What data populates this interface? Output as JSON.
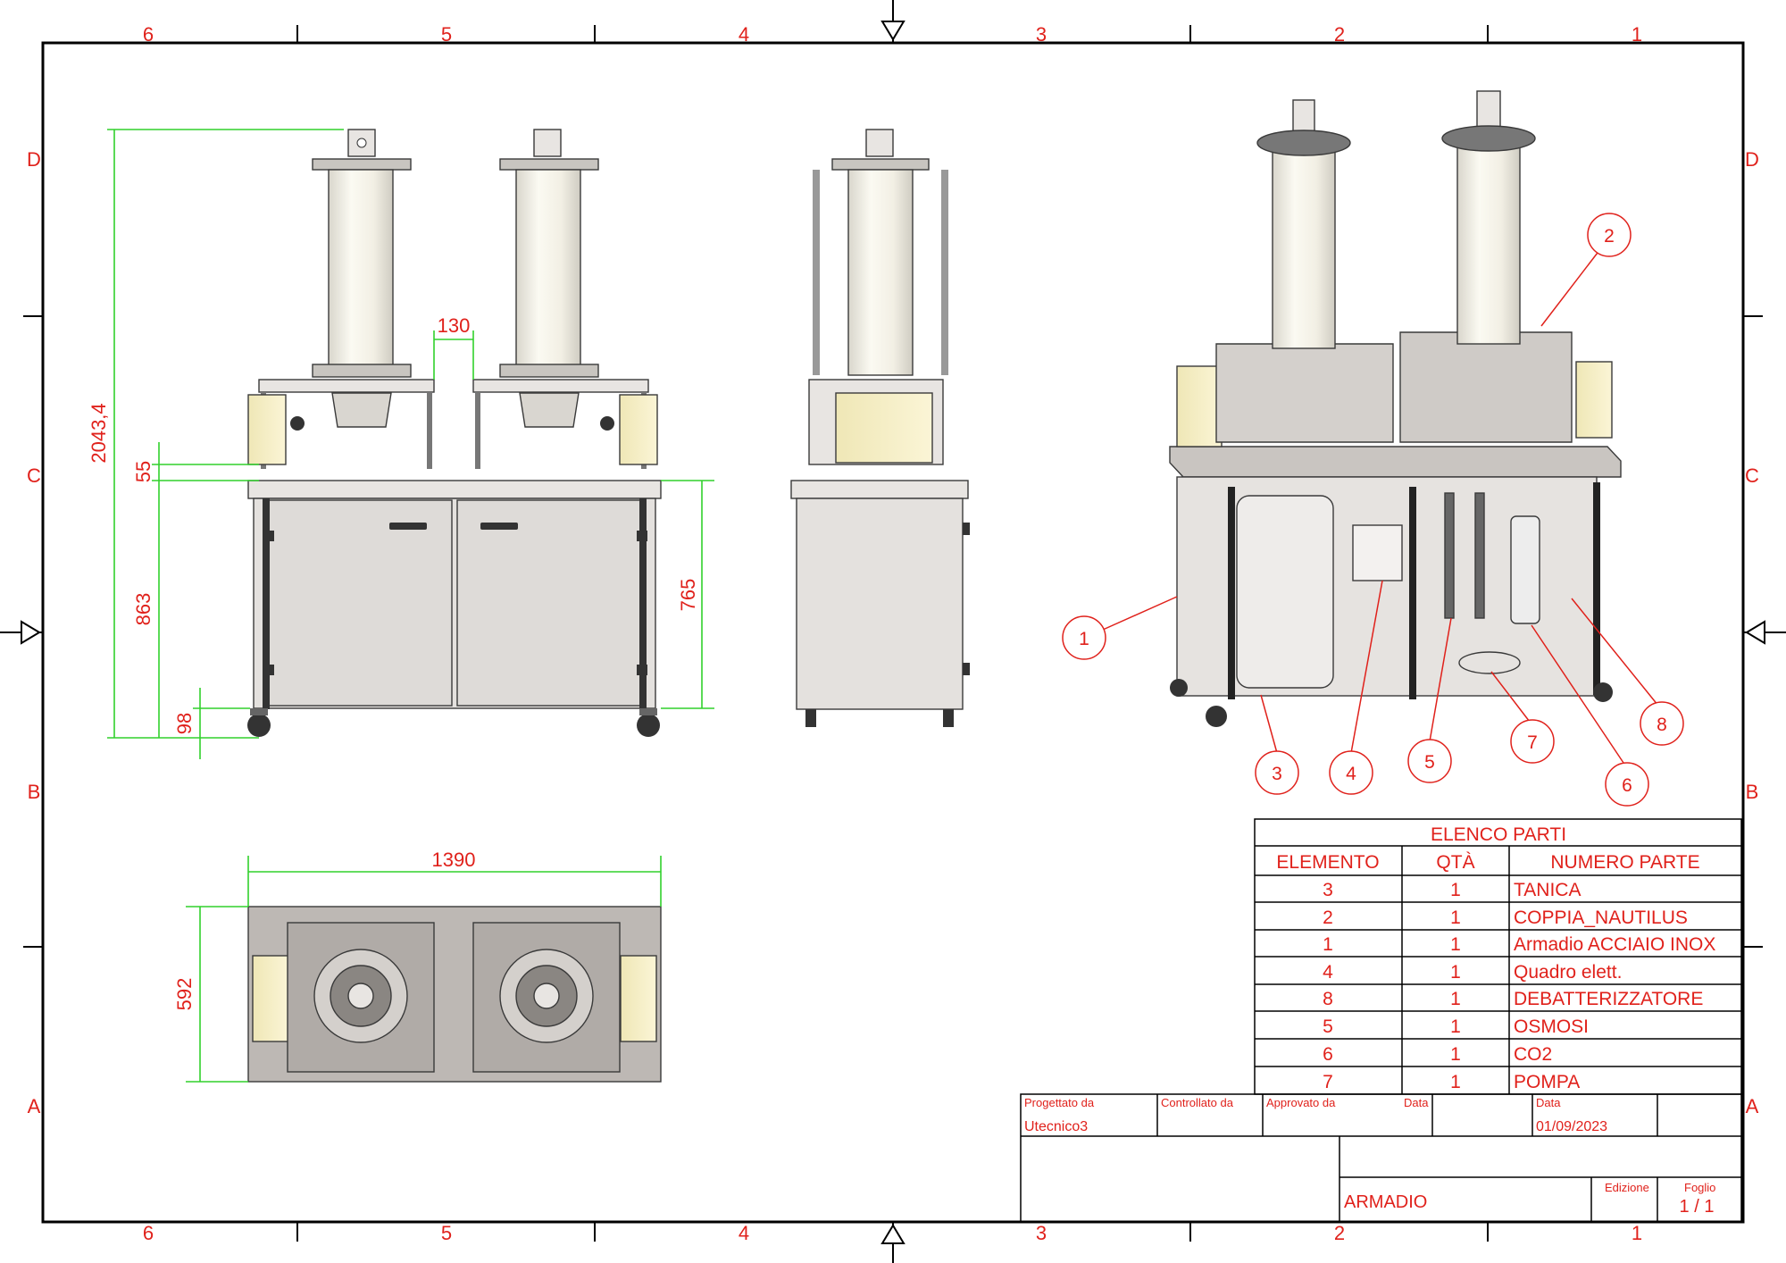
{
  "sheet": {
    "zone_columns_top": [
      "6",
      "5",
      "4",
      "3",
      "2",
      "1"
    ],
    "zone_columns_bottom": [
      "6",
      "5",
      "4",
      "3",
      "2",
      "1"
    ],
    "zone_rows_left": [
      "D",
      "C",
      "B",
      "A"
    ],
    "zone_rows_right": [
      "D",
      "C",
      "B",
      "A"
    ]
  },
  "dimensions": {
    "overall_height": "2043,4",
    "gap_top": "55",
    "cabinet_height": "863",
    "wheel_height": "98",
    "column_spacing": "130",
    "side_height": "765",
    "top_width": "1390",
    "top_depth": "592"
  },
  "balloons": [
    "1",
    "2",
    "3",
    "4",
    "5",
    "6",
    "7",
    "8"
  ],
  "bom": {
    "title": "ELENCO PARTI",
    "headers": [
      "ELEMENTO",
      "QTÀ",
      "NUMERO PARTE"
    ],
    "rows": [
      [
        "3",
        "1",
        "TANICA"
      ],
      [
        "2",
        "1",
        "COPPIA_NAUTILUS"
      ],
      [
        "1",
        "1",
        "Armadio ACCIAIO INOX"
      ],
      [
        "4",
        "1",
        "Quadro elett."
      ],
      [
        "8",
        "1",
        "DEBATTERIZZATORE"
      ],
      [
        "5",
        "1",
        "OSMOSI"
      ],
      [
        "6",
        "1",
        "CO2"
      ],
      [
        "7",
        "1",
        "POMPA"
      ]
    ]
  },
  "title_block": {
    "designed_by_label": "Progettato da",
    "designed_by": "Utecnico3",
    "checked_by_label": "Controllato da",
    "approved_by_label": "Approvato da",
    "date_label_1": "Data",
    "date_label_2": "Data",
    "date": "01/09/2023",
    "title": "ARMADIO",
    "edition_label": "Edizione",
    "sheet_label": "Foglio",
    "sheet_value": "1 / 1"
  },
  "colors": {
    "annotation": "#e0211b",
    "dimension_line": "#31d12c",
    "steel": "#e2dedb",
    "panel": "#f5efc8"
  }
}
